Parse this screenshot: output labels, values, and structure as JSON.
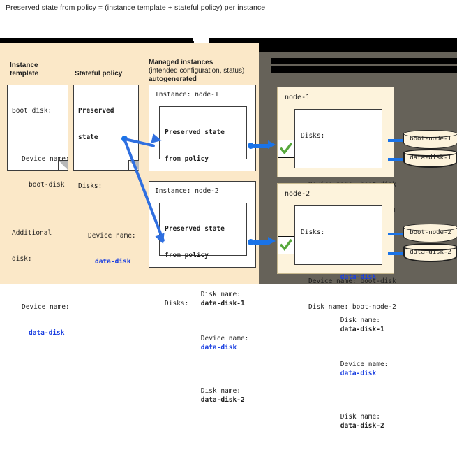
{
  "title": "Preserved state from policy = (instance template + stateful policy) per instance",
  "colors": {
    "panel_left_bg": "#fbe8c8",
    "panel_right_bg": "#666259",
    "node_box_bg": "#fdf3dc",
    "accent_blue": "#1a73e8",
    "link_blue": "#1a3fe0",
    "check_green": "#5aa340",
    "redaction": "#000000"
  },
  "legend": {
    "note": "legend row is redacted with black bars in the screenshot",
    "check_icon": "green-check-icon",
    "beige_box_icon": "beige-box-icon",
    "blue_arrow_icon": "blue-arrow-icon",
    "redacted_label_1": "",
    "redacted_label_2": "",
    "redacted_label_3": ""
  },
  "left_panel": {
    "columns": [
      {
        "heading_line1": "Instance",
        "heading_line2": "template"
      },
      {
        "heading_line1": "Stateful policy",
        "heading_line2": ""
      },
      {
        "heading_line1": "Managed instances",
        "heading_line2": "(intended configuration, status)",
        "heading_line3": "autogenerated"
      }
    ],
    "instance_template_card": [
      "Boot disk:",
      "",
      "  Device name:",
      "    boot-disk",
      "",
      "Additional",
      "disk:",
      "",
      "  Device name:",
      "    data-disk"
    ],
    "instance_template_card_text": {
      "boot_disk_label": "Boot disk:",
      "boot_device_name_label": "Device name:",
      "boot_device_name_value": "boot-disk",
      "additional_disk_label_1": "Additional",
      "additional_disk_label_2": "disk:",
      "additional_device_name_label": "Device name:",
      "additional_device_name_value": "data-disk"
    },
    "stateful_policy_card": {
      "heading_line1": "Preserved",
      "heading_line2": "state",
      "disks_label": "Disks:",
      "device_name_label": "Device name:",
      "device_name_value": "data-disk"
    },
    "managed_instances": [
      {
        "instance_label": "Instance: node-1",
        "inner_heading_line1": "Preserved state",
        "inner_heading_line2": "from policy",
        "disks_label": "Disks:",
        "device_name_label": "Device name:",
        "device_name_value": "data-disk",
        "disk_name_label": "Disk name:",
        "disk_name_value": "data-disk-1"
      },
      {
        "instance_label": "Instance: node-2",
        "inner_heading_line1": "Preserved state",
        "inner_heading_line2": "from policy",
        "disks_label": "Disks:",
        "device_name_label": "Device name:",
        "device_name_value": "data-disk",
        "disk_name_label": "Disk name:",
        "disk_name_value": "data-disk-2"
      }
    ]
  },
  "right_panel": {
    "heading_redacted_line1": "",
    "heading_redacted_line2": "",
    "nodes": [
      {
        "name": "node-1",
        "disks_label": "Disks:",
        "boot_device_name_label": "Device name: boot-disk",
        "boot_disk_name_label": "Disk name: boot-node-1",
        "data_device_name_label": "Device name:",
        "data_device_name_value": "data-disk",
        "data_disk_name_label": "Disk name:",
        "data_disk_name_value": "data-disk-1",
        "attached_disks": [
          {
            "label": "boot-node-1",
            "emphasis": false
          },
          {
            "label": "data-disk-1",
            "emphasis": true
          }
        ]
      },
      {
        "name": "node-2",
        "disks_label": "Disks:",
        "boot_device_name_label": "Device name: boot-disk",
        "boot_disk_name_label": "Disk name: boot-node-2",
        "data_device_name_label": "Device name:",
        "data_device_name_value": "data-disk",
        "data_disk_name_label": "Disk name:",
        "data_disk_name_value": "data-disk-2",
        "attached_disks": [
          {
            "label": "boot-node-2",
            "emphasis": false
          },
          {
            "label": "data-disk-2",
            "emphasis": true
          }
        ]
      }
    ]
  }
}
